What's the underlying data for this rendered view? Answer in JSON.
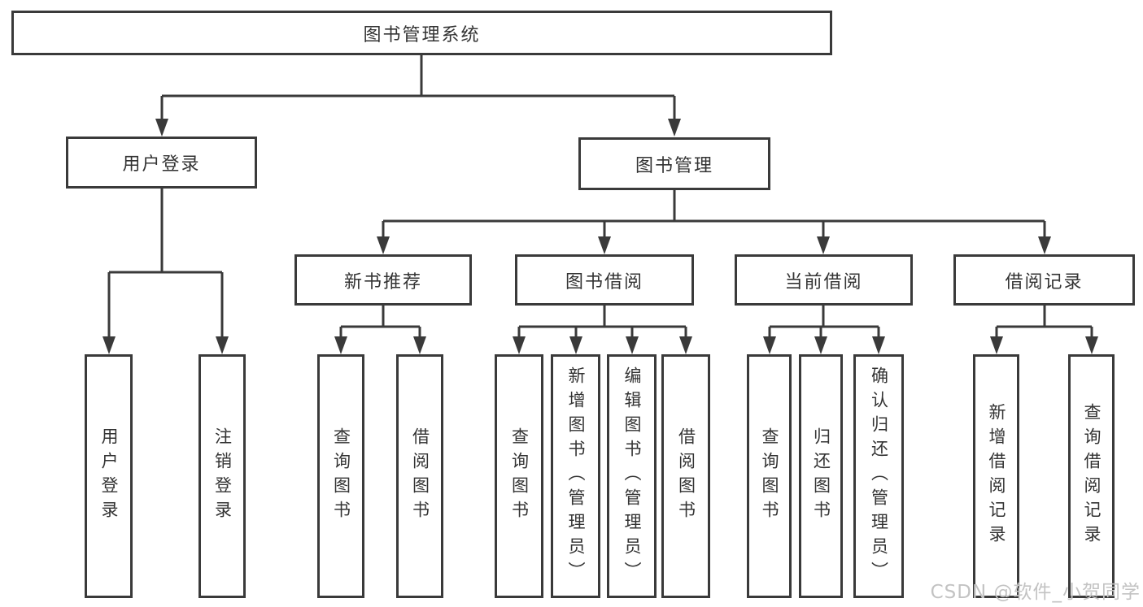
{
  "diagram": {
    "root": {
      "label": "图书管理系统"
    },
    "level2": [
      {
        "label": "用户登录"
      },
      {
        "label": "图书管理"
      }
    ],
    "level3": [
      {
        "label": "新书推荐",
        "parent": "图书管理"
      },
      {
        "label": "图书借阅",
        "parent": "图书管理"
      },
      {
        "label": "当前借阅",
        "parent": "图书管理"
      },
      {
        "label": "借阅记录",
        "parent": "图书管理"
      }
    ],
    "leaves": [
      {
        "label": "用户登录",
        "parent": "用户登录"
      },
      {
        "label": "注销登录",
        "parent": "用户登录"
      },
      {
        "label": "查询图书",
        "parent": "新书推荐"
      },
      {
        "label": "借阅图书",
        "parent": "新书推荐"
      },
      {
        "label": "查询图书",
        "parent": "图书借阅"
      },
      {
        "label": "新增图书（管理员）",
        "parent": "图书借阅"
      },
      {
        "label": "编辑图书（管理员）",
        "parent": "图书借阅"
      },
      {
        "label": "借阅图书",
        "parent": "图书借阅"
      },
      {
        "label": "查询图书",
        "parent": "当前借阅"
      },
      {
        "label": "归还图书",
        "parent": "当前借阅"
      },
      {
        "label": "确认归还（管理员）",
        "parent": "当前借阅"
      },
      {
        "label": "新增借阅记录",
        "parent": "借阅记录"
      },
      {
        "label": "查询借阅记录",
        "parent": "借阅记录"
      }
    ]
  },
  "watermark": {
    "text": "CSDN @软件_小贺同学"
  },
  "colors": {
    "line": "#3a3a3a",
    "text": "#333333",
    "background": "#ffffff",
    "watermark": "#c3c3c3"
  }
}
